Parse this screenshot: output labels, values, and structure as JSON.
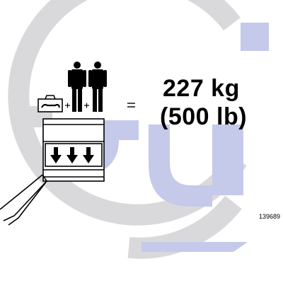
{
  "label": {
    "weight_kg": "227 kg",
    "weight_lb": "(500 lb)",
    "equals_sign": "=",
    "figure_number": "139689"
  },
  "colors": {
    "watermark_gray": "#d9d9dc",
    "watermark_lavender": "#c5c9ea",
    "ink": "#000000"
  },
  "icons": [
    "toolbox-icon",
    "person-icon",
    "person-icon",
    "platform-basket-icon",
    "down-arrow-icon",
    "down-arrow-icon",
    "down-arrow-icon"
  ]
}
